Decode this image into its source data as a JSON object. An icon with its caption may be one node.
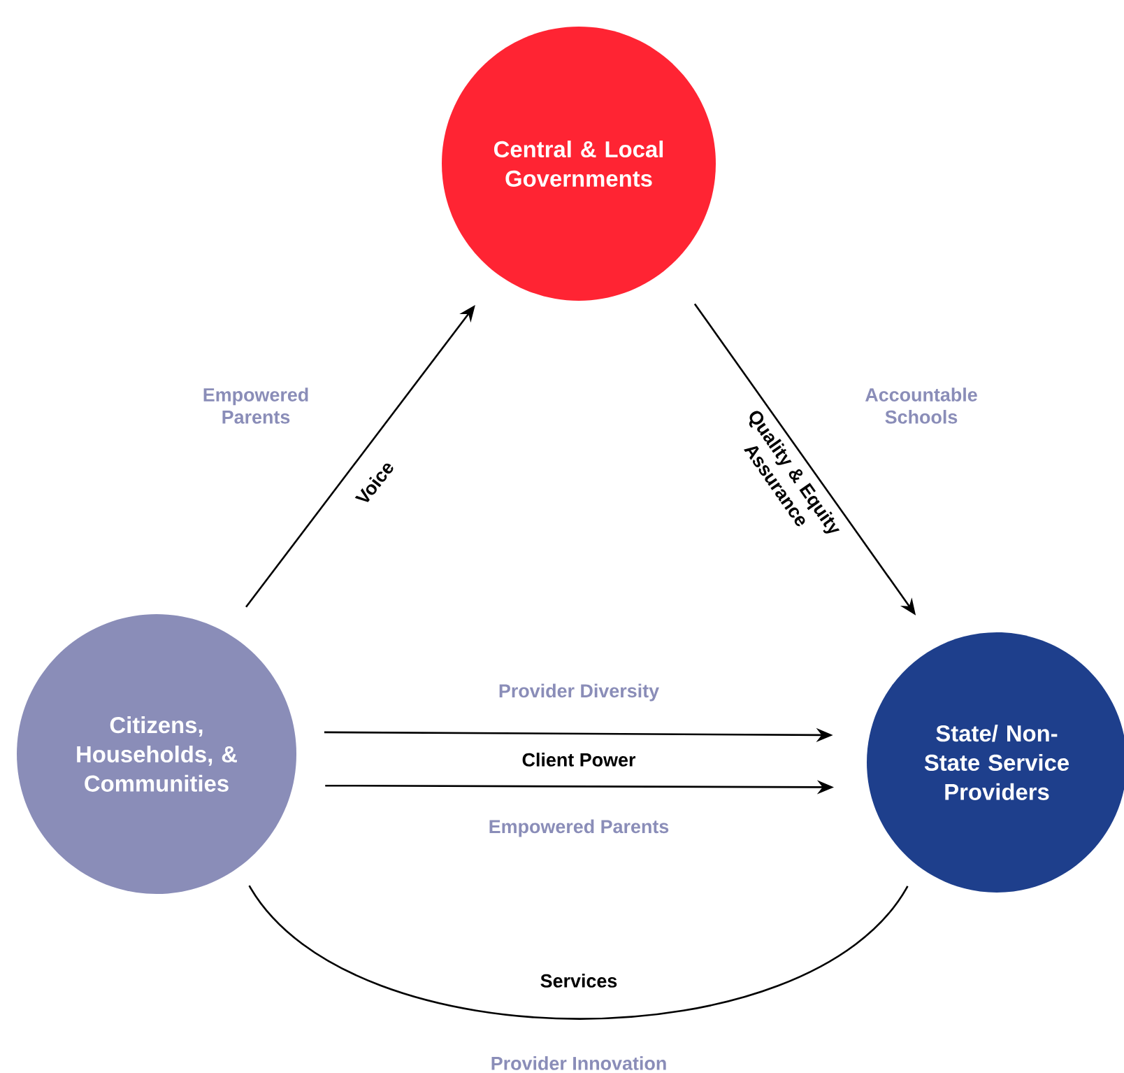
{
  "diagram": {
    "nodes": [
      {
        "text": [
          "Central & Local Governments"
        ]
      },
      {
        "text": [
          "Citizens, Households, & Communities"
        ]
      },
      {
        "text": [
          "State/ Non-State Service Providers"
        ]
      }
    ],
    "edges": [
      {
        "from": 1,
        "to": 0,
        "arrow": "to",
        "label": "Voice"
      },
      {
        "from": 0,
        "to": 2,
        "arrow": "to",
        "label": "Quality & Equity Assurance"
      },
      {
        "from": 1,
        "to": 2,
        "arrow": "to"
      },
      {
        "from": 1,
        "to": 2,
        "arrow": "to"
      },
      {
        "from": 1,
        "to": 2,
        "arrow": "none",
        "label": "Services"
      }
    ],
    "labels": [
      "Empowered Parents",
      "Accountable Schools",
      "Provider Diversity",
      "Client Power",
      "Empowered Parents",
      "Provider Innovation"
    ]
  }
}
